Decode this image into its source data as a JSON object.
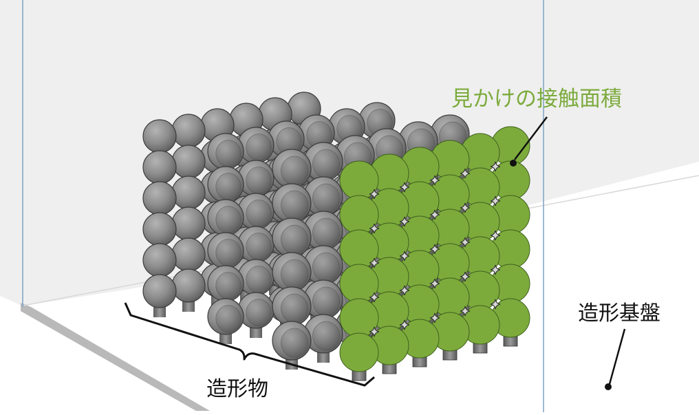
{
  "labels": {
    "contact_area": "見かけの接触面積",
    "build_plate": "造形基盤",
    "build_object": "造形物"
  },
  "colors": {
    "background_wall": "#efefef",
    "floor": "#ffffff",
    "floor_edge": "#b9b9b9",
    "frame_line": "#7fa2c4",
    "sphere_gray": "#8a8a8a",
    "sphere_green": "#7cab3c",
    "contact_label": "#7cab3c"
  },
  "structure": {
    "gray_layers": 4,
    "rows_per_layer": 6,
    "columns_per_layer": 6
  }
}
